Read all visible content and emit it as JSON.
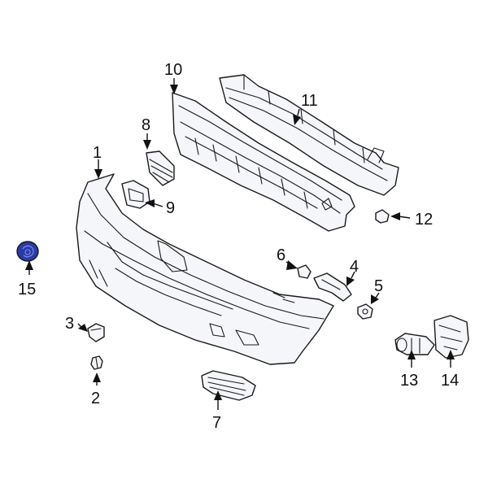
{
  "diagram": {
    "colors": {
      "background": "#ffffff",
      "line": "#1a1a1a",
      "part_fill": "#f4f6fa",
      "highlight_fill": "#2a3aa8"
    },
    "callouts": {
      "c1": "1",
      "c2": "2",
      "c3": "3",
      "c4": "4",
      "c5": "5",
      "c6": "6",
      "c7": "7",
      "c8": "8",
      "c9": "9",
      "c10": "10",
      "c11": "11",
      "c12": "12",
      "c13": "13",
      "c14": "14",
      "c15": "15"
    },
    "highlighted_part": "15"
  }
}
